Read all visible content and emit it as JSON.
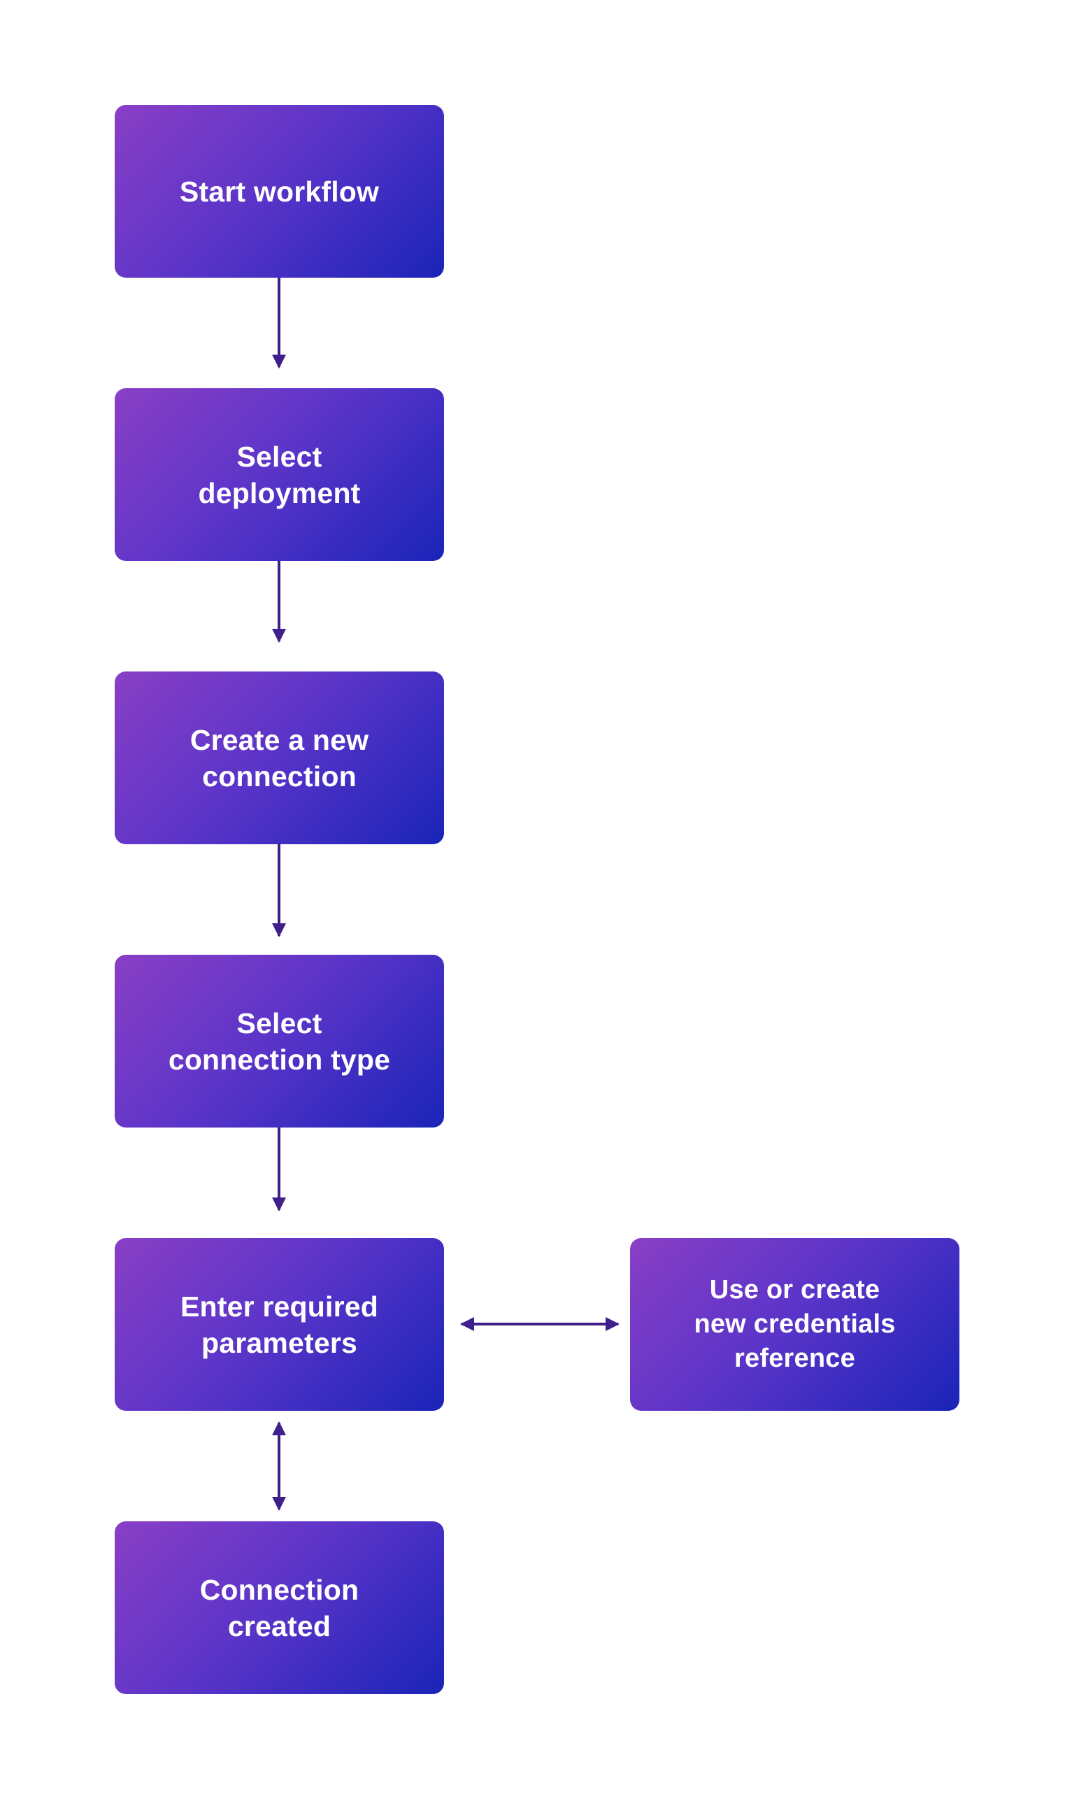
{
  "diagram": {
    "nodes": [
      {
        "id": "n1",
        "label": "Start workflow"
      },
      {
        "id": "n2",
        "label": "Select\ndeployment"
      },
      {
        "id": "n3",
        "label": "Create a new\nconnection"
      },
      {
        "id": "n4",
        "label": "Select\nconnection type"
      },
      {
        "id": "n5",
        "label": "Enter required\nparameters"
      },
      {
        "id": "n6",
        "label": "Connection\ncreated"
      },
      {
        "id": "n7",
        "label": "Use or create\nnew credentials\nreference"
      }
    ],
    "edges": [
      {
        "from": "n1",
        "to": "n2",
        "direction": "forward"
      },
      {
        "from": "n2",
        "to": "n3",
        "direction": "forward"
      },
      {
        "from": "n3",
        "to": "n4",
        "direction": "forward"
      },
      {
        "from": "n4",
        "to": "n5",
        "direction": "forward"
      },
      {
        "from": "n5",
        "to": "n7",
        "direction": "both"
      },
      {
        "from": "n5",
        "to": "n6",
        "direction": "both"
      }
    ],
    "colors": {
      "gradient_start": "#8a3fc6",
      "gradient_end": "#1a24b8",
      "arrow": "#3f1f8c",
      "label": "#ffffff"
    }
  }
}
